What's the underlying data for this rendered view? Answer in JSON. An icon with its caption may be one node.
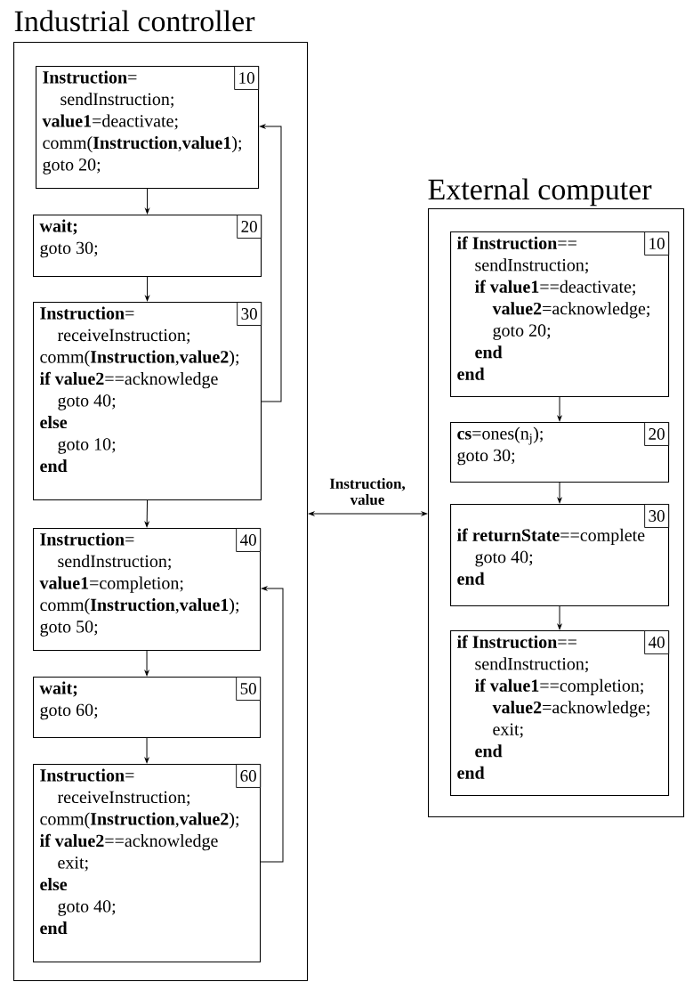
{
  "diagram": {
    "nodes": [
      {
        "text": [
          "Industrial controller"
        ]
      },
      {
        "text": [
          "**Instruction**=",
          "sendInstruction;",
          "**value1**=deactivate;",
          "comm(**Instruction**,**value1**);",
          "goto 20;"
        ],
        "in": 0
      },
      {
        "text": [
          "10"
        ],
        "in": 1
      },
      {
        "text": [
          "wait;",
          "goto 30;"
        ],
        "in": 0
      },
      {
        "text": [
          "20"
        ],
        "in": 3
      },
      {
        "text": [
          "**Instruction**=",
          "receiveInstruction;",
          "comm(**Instruction**,**value2**);",
          "**if value2**==acknowledge",
          "goto 40;",
          "else",
          "goto 10;",
          "end"
        ],
        "in": 0
      },
      {
        "text": [
          "30"
        ],
        "in": 5
      },
      {
        "text": [
          "**Instruction**=",
          "sendInstruction;",
          "**value1**=completion;",
          "comm(**Instruction**,**value1**);",
          "goto 50;"
        ],
        "in": 0
      },
      {
        "text": [
          "40"
        ],
        "in": 7
      },
      {
        "text": [
          "wait;",
          "goto 60;"
        ],
        "in": 0
      },
      {
        "text": [
          "50"
        ],
        "in": 9
      },
      {
        "text": [
          "**Instruction**=",
          "receiveInstruction;",
          "comm(**Instruction**,**value2**);",
          "**if value2**==acknowledge",
          "exit;",
          "else",
          "goto 40;",
          "end"
        ],
        "in": 0
      },
      {
        "text": [
          "60"
        ],
        "in": 11
      },
      {
        "text": [
          "External computer"
        ]
      },
      {
        "text": [
          "**if Instruction**==",
          "sendInstruction;",
          "**if value1**==deactivate;",
          "**value2**=acknowledge;",
          "goto 20;",
          "end",
          "end"
        ],
        "in": 13
      },
      {
        "text": [
          "10"
        ],
        "in": 14
      },
      {
        "text": [
          "**cs**=ones(n$_{j}$);",
          "goto 30;"
        ],
        "in": 13
      },
      {
        "text": [
          "20"
        ],
        "in": 16
      },
      {
        "text": [
          "**if returnState**==complete",
          "goto 40;",
          "end"
        ],
        "in": 13
      },
      {
        "text": [
          "30"
        ],
        "in": 18
      },
      {
        "text": [
          "**if Instruction**==",
          "sendInstruction;",
          "**if value1**==completion;",
          "**value2**=acknowledge;",
          "exit;",
          "end",
          "end"
        ],
        "in": 13
      },
      {
        "text": [
          "40"
        ],
        "in": 20
      }
    ],
    "edges": [
      {
        "from": 1,
        "to": 3,
        "arrow": "to"
      },
      {
        "from": 3,
        "to": 5,
        "arrow": "to"
      },
      {
        "from": 5,
        "to": 1,
        "arrow": "to"
      },
      {
        "from": 5,
        "to": 7,
        "arrow": "to"
      },
      {
        "from": 7,
        "to": 9,
        "arrow": "to"
      },
      {
        "from": 9,
        "to": 11,
        "arrow": "to"
      },
      {
        "from": 11,
        "to": 7,
        "arrow": "to"
      },
      {
        "from": 0,
        "to": 13,
        "arrow": "both",
        "label": "Instruction, value"
      },
      {
        "from": 14,
        "to": 16,
        "arrow": "to"
      },
      {
        "from": 16,
        "to": 18,
        "arrow": "to"
      },
      {
        "from": 18,
        "to": 20,
        "arrow": "to"
      }
    ]
  }
}
